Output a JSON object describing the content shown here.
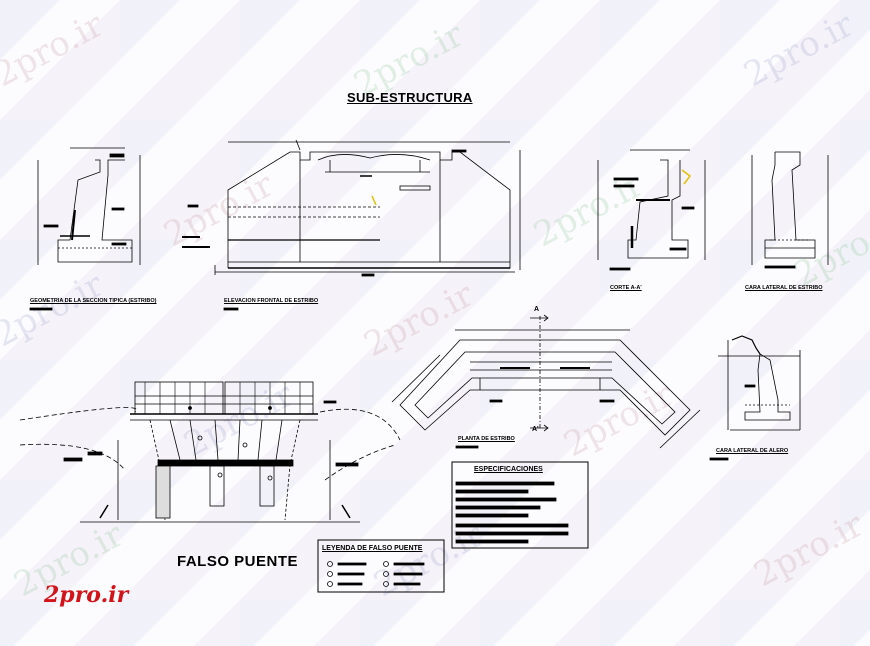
{
  "title": "SUB-ESTRUCTURA",
  "labels": {
    "geometria": "GEOMETRIA DE LA SECCION TIPICA (ESTRIBO)",
    "elevacion": "ELEVACION FRONTAL DE ESTRIBO",
    "corte": "CORTE A-A'",
    "cara_lateral_estribo": "CARA LATERAL DE ESTRIBO",
    "planta": "PLANTA DE ESTRIBO",
    "cara_lateral_aleta": "CARA LATERAL DE ALERO",
    "section_a": "A",
    "section_a2": "A'"
  },
  "falso_puente": "FALSO PUENTE",
  "especificaciones": "ESPECIFICACIONES",
  "leyenda": "LEYENDA DE FALSO PUENTE",
  "watermark": "2pro.ir",
  "logo": "2pro.ir",
  "colors": {
    "line": "#000000",
    "logo": "#d2141a",
    "accent": "#e0c000"
  }
}
